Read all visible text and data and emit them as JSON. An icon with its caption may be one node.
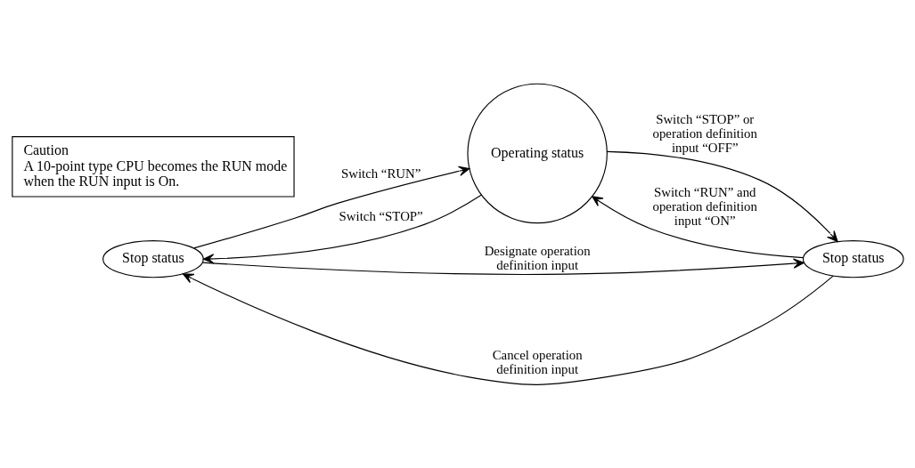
{
  "diagram": {
    "nodes": [
      {
        "text": [
          "Stop status"
        ]
      },
      {
        "text": [
          "Operating status"
        ]
      },
      {
        "text": [
          "Stop status"
        ]
      },
      {
        "text": [
          "Caution",
          "A 10-point type CPU becomes the RUN mode when the RUN input is On."
        ]
      }
    ],
    "edges": [
      {
        "from": 0,
        "to": 1,
        "arrow": "to",
        "label": "Switch “RUN”"
      },
      {
        "from": 1,
        "to": 0,
        "arrow": "to",
        "label": "Switch “STOP”"
      },
      {
        "from": 2,
        "to": 1,
        "arrow": "to",
        "label": "Switch “RUN” and operation definition input “ON”"
      },
      {
        "from": 1,
        "to": 2,
        "arrow": "to",
        "label": "Switch “STOP” or operation definition input “OFF”"
      },
      {
        "from": 2,
        "to": 0,
        "arrow": "to",
        "label": "Cancel operation definition input"
      },
      {
        "from": 0,
        "to": 2,
        "arrow": "to",
        "label": "Designate operation definition input"
      }
    ]
  }
}
